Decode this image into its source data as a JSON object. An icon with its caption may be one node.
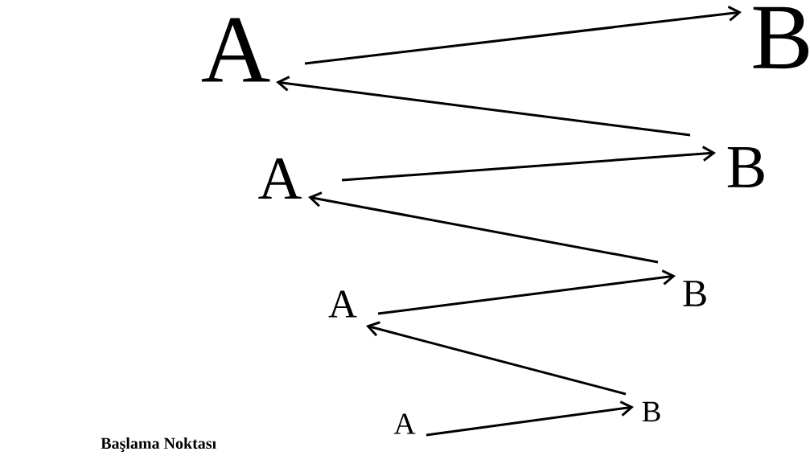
{
  "diagram": {
    "nodes": [
      {
        "text": [
          "A"
        ]
      },
      {
        "text": [
          "B"
        ]
      },
      {
        "text": [
          "A"
        ]
      },
      {
        "text": [
          "B"
        ]
      },
      {
        "text": [
          "A"
        ]
      },
      {
        "text": [
          "B"
        ]
      },
      {
        "text": [
          "A"
        ]
      },
      {
        "text": [
          "B"
        ]
      }
    ],
    "edges": [
      {
        "from": 0,
        "to": 1,
        "arrow": "to"
      },
      {
        "from": 3,
        "to": 0,
        "arrow": "to"
      },
      {
        "from": 2,
        "to": 3,
        "arrow": "to"
      },
      {
        "from": 5,
        "to": 2,
        "arrow": "to"
      },
      {
        "from": 4,
        "to": 5,
        "arrow": "to"
      },
      {
        "from": 7,
        "to": 4,
        "arrow": "to"
      },
      {
        "from": 6,
        "to": 7,
        "arrow": "to"
      }
    ],
    "labels": [
      "**Başlama Noktası**"
    ]
  }
}
